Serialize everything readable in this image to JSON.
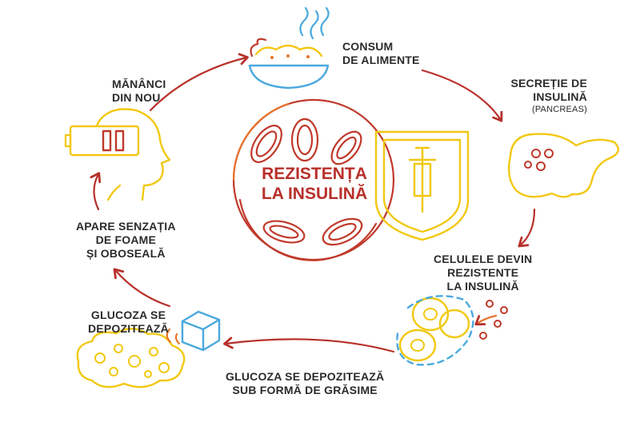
{
  "title": {
    "line1": "REZISTENȚA",
    "line2": "LA INSULINĂ"
  },
  "steps": [
    {
      "id": "consum",
      "lines": [
        "CONSUM",
        "DE ALIMENTE"
      ]
    },
    {
      "id": "secretie",
      "lines": [
        "SECREȚIE DE",
        "INSULINĂ"
      ],
      "sub": "(PANCREAS)"
    },
    {
      "id": "celulele",
      "lines": [
        "CELULELE DEVIN",
        "REZISTENTE",
        "LA INSULINĂ"
      ]
    },
    {
      "id": "grasime",
      "lines": [
        "GLUCOZA SE DEPOZITEAZĂ",
        "SUB FORMĂ DE GRĂSIME"
      ]
    },
    {
      "id": "depoziteaza",
      "lines": [
        "GLUCOZA SE",
        "DEPOZITEAZĂ"
      ]
    },
    {
      "id": "foame",
      "lines": [
        "APARE SENZAȚIA",
        "DE FOAME",
        "ȘI OBOSEALĂ"
      ]
    },
    {
      "id": "nou",
      "lines": [
        "MĂNÂNCI",
        "DIN NOU"
      ]
    }
  ],
  "colors": {
    "arrow": "#b8302a",
    "outline": "#c0392b",
    "accent_orange": "#e8742b",
    "yellow": "#f2c811",
    "blue": "#4aa9dd",
    "text": "#2b2b2b"
  },
  "icons": [
    "food-bowl-icon",
    "pancreas-icon",
    "resistant-cells-icon",
    "fat-cells-icon",
    "sugar-cube-icon",
    "tired-head-icon",
    "battery-low-icon",
    "shield-syringe-icon",
    "blood-cells-icon"
  ]
}
